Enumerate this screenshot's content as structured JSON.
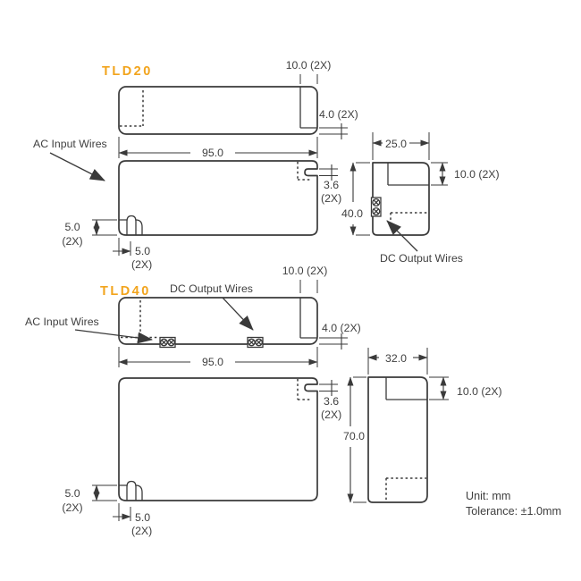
{
  "colors": {
    "line": "#3a3a3a",
    "text": "#3f3f3f",
    "accent_orange": "#f2a41d",
    "background": "#ffffff"
  },
  "tld20": {
    "title": "TLD20",
    "labels": {
      "ac_input": "AC Input Wires",
      "dc_output": "DC Output Wires"
    },
    "dims": {
      "hole_spacing": "10.0 (2X)",
      "flange_thickness": "4.0 (2X)",
      "length": "95.0",
      "slot_height": "3.6",
      "slot_height_qty": "(2X)",
      "foot_height": "5.0",
      "foot_height_qty": "(2X)",
      "foot_offset": "5.0",
      "foot_offset_qty": "(2X)",
      "width": "25.0",
      "height": "40.0",
      "end_recess": "10.0 (2X)"
    }
  },
  "tld40": {
    "title": "TLD40",
    "labels": {
      "ac_input": "AC Input Wires",
      "dc_output": "DC Output Wires"
    },
    "dims": {
      "hole_spacing": "10.0 (2X)",
      "flange_thickness": "4.0 (2X)",
      "length": "95.0",
      "slot_height": "3.6",
      "slot_height_qty": "(2X)",
      "foot_height": "5.0",
      "foot_height_qty": "(2X)",
      "foot_offset": "5.0",
      "foot_offset_qty": "(2X)",
      "width": "32.0",
      "height": "70.0",
      "end_recess": "10.0 (2X)"
    }
  },
  "notes": {
    "unit": "Unit: mm",
    "tolerance": "Tolerance: ±1.0mm"
  }
}
